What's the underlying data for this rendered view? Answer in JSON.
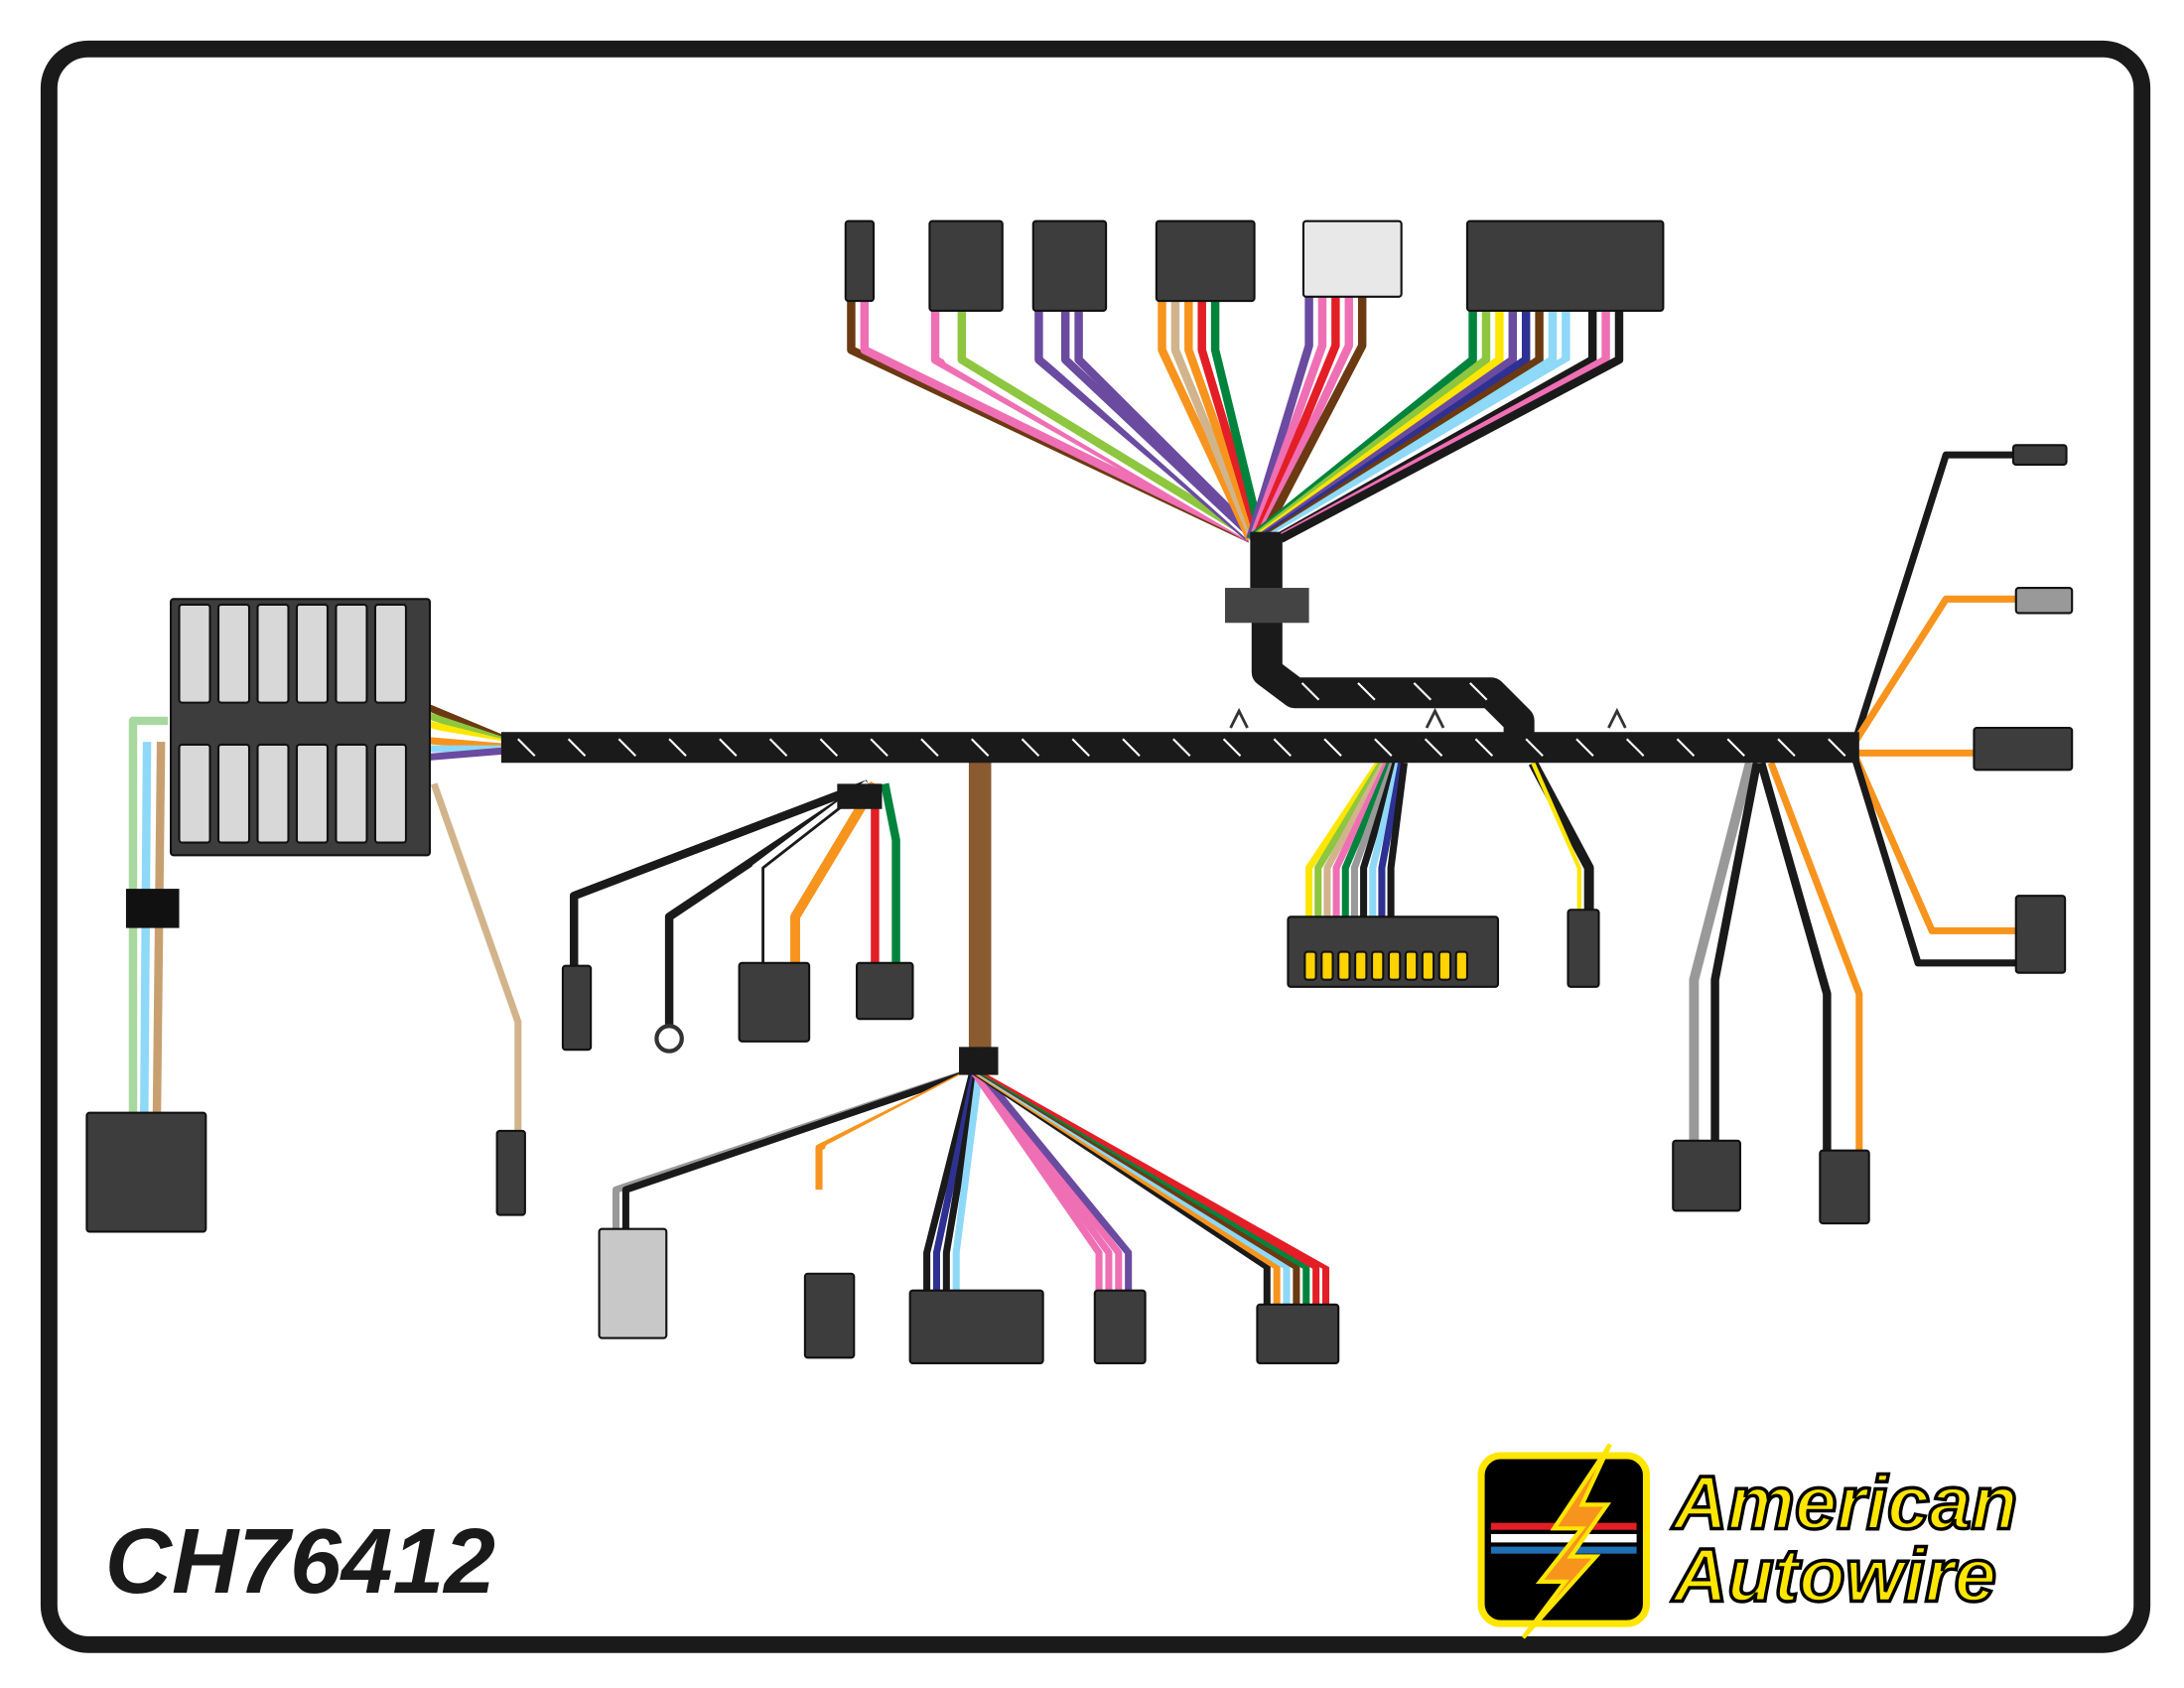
{
  "part_number": "CH76412",
  "brand": {
    "line1": "American",
    "line2": "Autowire"
  },
  "colors": {
    "frame": "#1a1a1a",
    "trunk": "#1a1a1a",
    "connector": "#3d3d3d",
    "brand_yellow": "#ffe600"
  },
  "fans": {
    "top": [
      [
        "#6b3a12",
        "#ef6fb4"
      ],
      [
        "#ef6fb4",
        "#ffffff",
        "#8dc63f"
      ],
      [
        "#6a4ba0",
        "#ffffff",
        "#6a4ba0",
        "#6a4ba0"
      ],
      [
        "#f7941d",
        "#d2b48c",
        "#f7941d",
        "#e41e26",
        "#00843d"
      ],
      [
        "#6a4ba0",
        "#ef6fb4",
        "#e41e26",
        "#ef6fb4",
        "#6b3a12"
      ],
      [
        "#00843d",
        "#8dc63f",
        "#ffe600",
        "#6a4ba0",
        "#2e3192",
        "#6b3a12",
        "#8ed8f8",
        "#8ed8f8",
        "#ffffff",
        "#1a1a1a",
        "#ef6fb4",
        "#1a1a1a"
      ]
    ],
    "bottom": [
      [
        "#999999",
        "#1a1a1a"
      ],
      [
        "#f7941d",
        "#ffffff"
      ],
      [
        "#1a1a1a",
        "#2e3192",
        "#1a1a1a",
        "#8ed8f8"
      ],
      [
        "#ef6fb4",
        "#ef6fb4",
        "#ef6fb4",
        "#6a4ba0"
      ],
      [
        "#1a1a1a",
        "#f7941d",
        "#8ed8f8",
        "#6b3a12",
        "#00843d",
        "#e41e26",
        "#e41e26",
        "#ffffff"
      ]
    ],
    "middle": [
      "#ffe600",
      "#8dc63f",
      "#d2b48c",
      "#ef6fb4",
      "#00843d",
      "#999999",
      "#1a1a1a",
      "#8ed8f8",
      "#2e3192",
      "#1a1a1a"
    ],
    "left": [
      "#6b3a12",
      "#8dc63f",
      "#ffe600",
      "#ffffff",
      "#f7941d",
      "#8ed8f8",
      "#6a4ba0"
    ]
  }
}
